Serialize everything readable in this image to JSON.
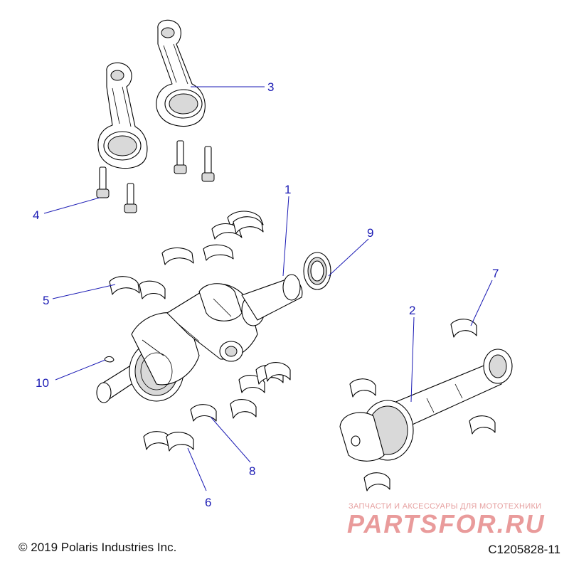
{
  "callouts": [
    {
      "label": "1"
    },
    {
      "label": "2"
    },
    {
      "label": "3"
    },
    {
      "label": "4"
    },
    {
      "label": "5"
    },
    {
      "label": "6"
    },
    {
      "label": "7"
    },
    {
      "label": "8"
    },
    {
      "label": "9"
    },
    {
      "label": "10"
    }
  ],
  "footer": {
    "copyright": "© 2019 Polaris Industries Inc.",
    "code": "C1205828-11"
  },
  "watermark": {
    "tagline": "ЗАПЧАСТИ И АКСЕССУАРЫ ДЛЯ МОТОТЕХНИКИ",
    "logo": "PARTSFOR.RU"
  }
}
